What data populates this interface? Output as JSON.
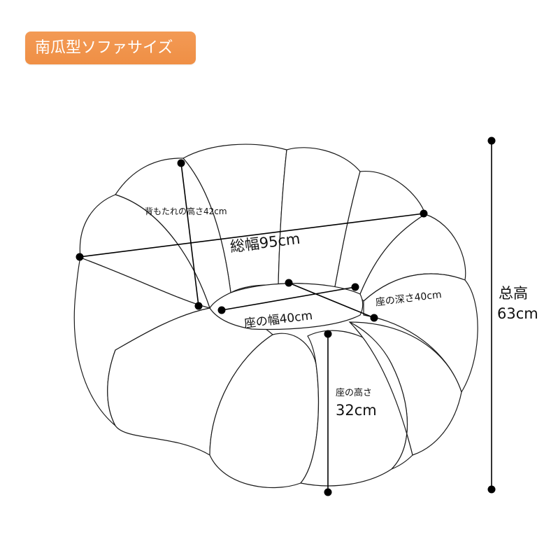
{
  "header": {
    "title": "南瓜型ソファサイズ"
  },
  "colors": {
    "badge": "#f0914a",
    "line": "#000000"
  },
  "dimensions": {
    "backrest_height": "背もたれの高さ42cm",
    "overall_width": "総幅95cm",
    "seat_depth": "座の深さ40cm",
    "seat_width": "座の幅40cm",
    "seat_height_label": "座の高さ",
    "seat_height_value": "32cm",
    "total_height_label": "总高",
    "total_height_value": "63cm"
  }
}
